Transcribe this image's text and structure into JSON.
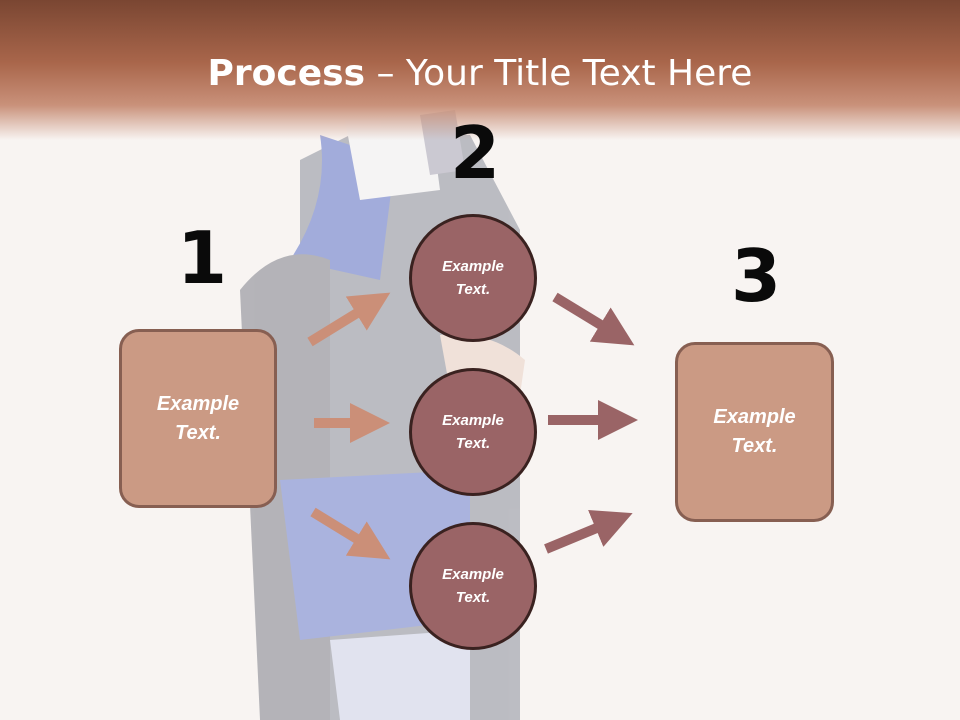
{
  "slide": {
    "title_bold": "Process",
    "title_rest": " – Your Title Text Here"
  },
  "steps": [
    {
      "number": "1",
      "text": "Example Text."
    },
    {
      "number": "2",
      "text": "Example Text."
    },
    {
      "number": "3",
      "text": "Example Text."
    }
  ],
  "circles": [
    {
      "line1": "Example",
      "line2": "Text."
    },
    {
      "line1": "Example",
      "line2": "Text."
    },
    {
      "line1": "Example",
      "line2": "Text."
    }
  ],
  "boxes": [
    {
      "line1": "Example",
      "line2": "Text."
    },
    {
      "line1": "Example",
      "line2": "Text."
    }
  ],
  "colors": {
    "header": "#a9664b",
    "box_fill": "#cb9a84",
    "circle_fill": "#9a6466",
    "arrow_in": "#cb8f78",
    "arrow_out": "#9a6466"
  }
}
